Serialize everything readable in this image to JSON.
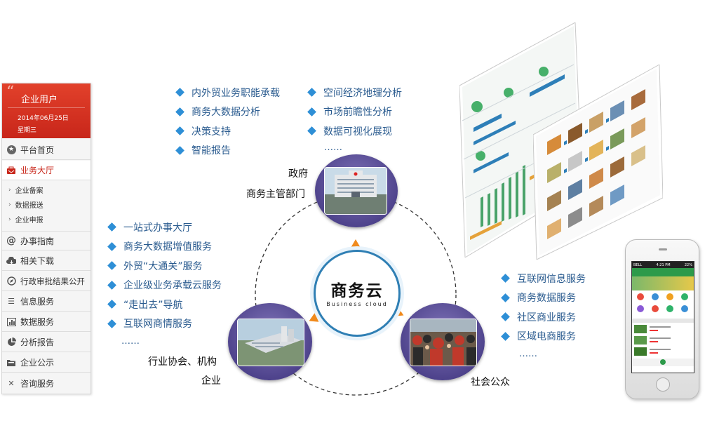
{
  "sidebar": {
    "title": "企业用户",
    "date": "2014年06月25日",
    "weekday": "星期三",
    "items": [
      {
        "label": "平台首页",
        "icon": "star-icon"
      },
      {
        "label": "业务大厅",
        "icon": "briefcase-icon",
        "active": true
      },
      {
        "label": "办事指南",
        "icon": "at-icon"
      },
      {
        "label": "相关下载",
        "icon": "cloud-download-icon"
      },
      {
        "label": "行政审批结果公开",
        "icon": "compass-icon"
      },
      {
        "label": "信息服务",
        "icon": "list-icon"
      },
      {
        "label": "数据服务",
        "icon": "bar-chart-icon"
      },
      {
        "label": "分析报告",
        "icon": "pie-chart-icon"
      },
      {
        "label": "企业公示",
        "icon": "folder-icon"
      },
      {
        "label": "咨询服务",
        "icon": "tools-icon"
      }
    ],
    "subitems": [
      "企业备案",
      "数据报送",
      "企业申报"
    ]
  },
  "top_list_left": [
    "内外贸业务职能承载",
    "商务大数据分析",
    "决策支持",
    "智能报告"
  ],
  "top_list_right": [
    "空间经济地理分析",
    "市场前瞻性分析",
    "数据可视化展现"
  ],
  "top_ellipsis": "……",
  "left_list": [
    "一站式办事大厅",
    "商务大数据增值服务",
    "外贸“大通关”服务",
    "企业级业务承载云服务",
    "“走出去”导航",
    "互联网商情服务"
  ],
  "left_ellipsis": "……",
  "right_list": [
    "互联网信息服务",
    "商务数据服务",
    "社区商业服务",
    "区域电商服务"
  ],
  "right_ellipsis": "……",
  "center": {
    "cn": "商务云",
    "en": "Business cloud"
  },
  "nodes": {
    "top": {
      "label_line1": "政府",
      "label_line2": "商务主管部门"
    },
    "left": {
      "label_line1": "行业协会、机构",
      "label_line2": "企业"
    },
    "right": {
      "label_line1": "社会公众"
    }
  },
  "phone": {
    "carrier": "BELL",
    "time": "4:21 PM",
    "battery": "22%"
  },
  "colors": {
    "accent_red": "#d63221",
    "node_purple": "#4b3f8c",
    "text_blue": "#2a5b8f",
    "arrow_orange": "#f08a1c"
  }
}
